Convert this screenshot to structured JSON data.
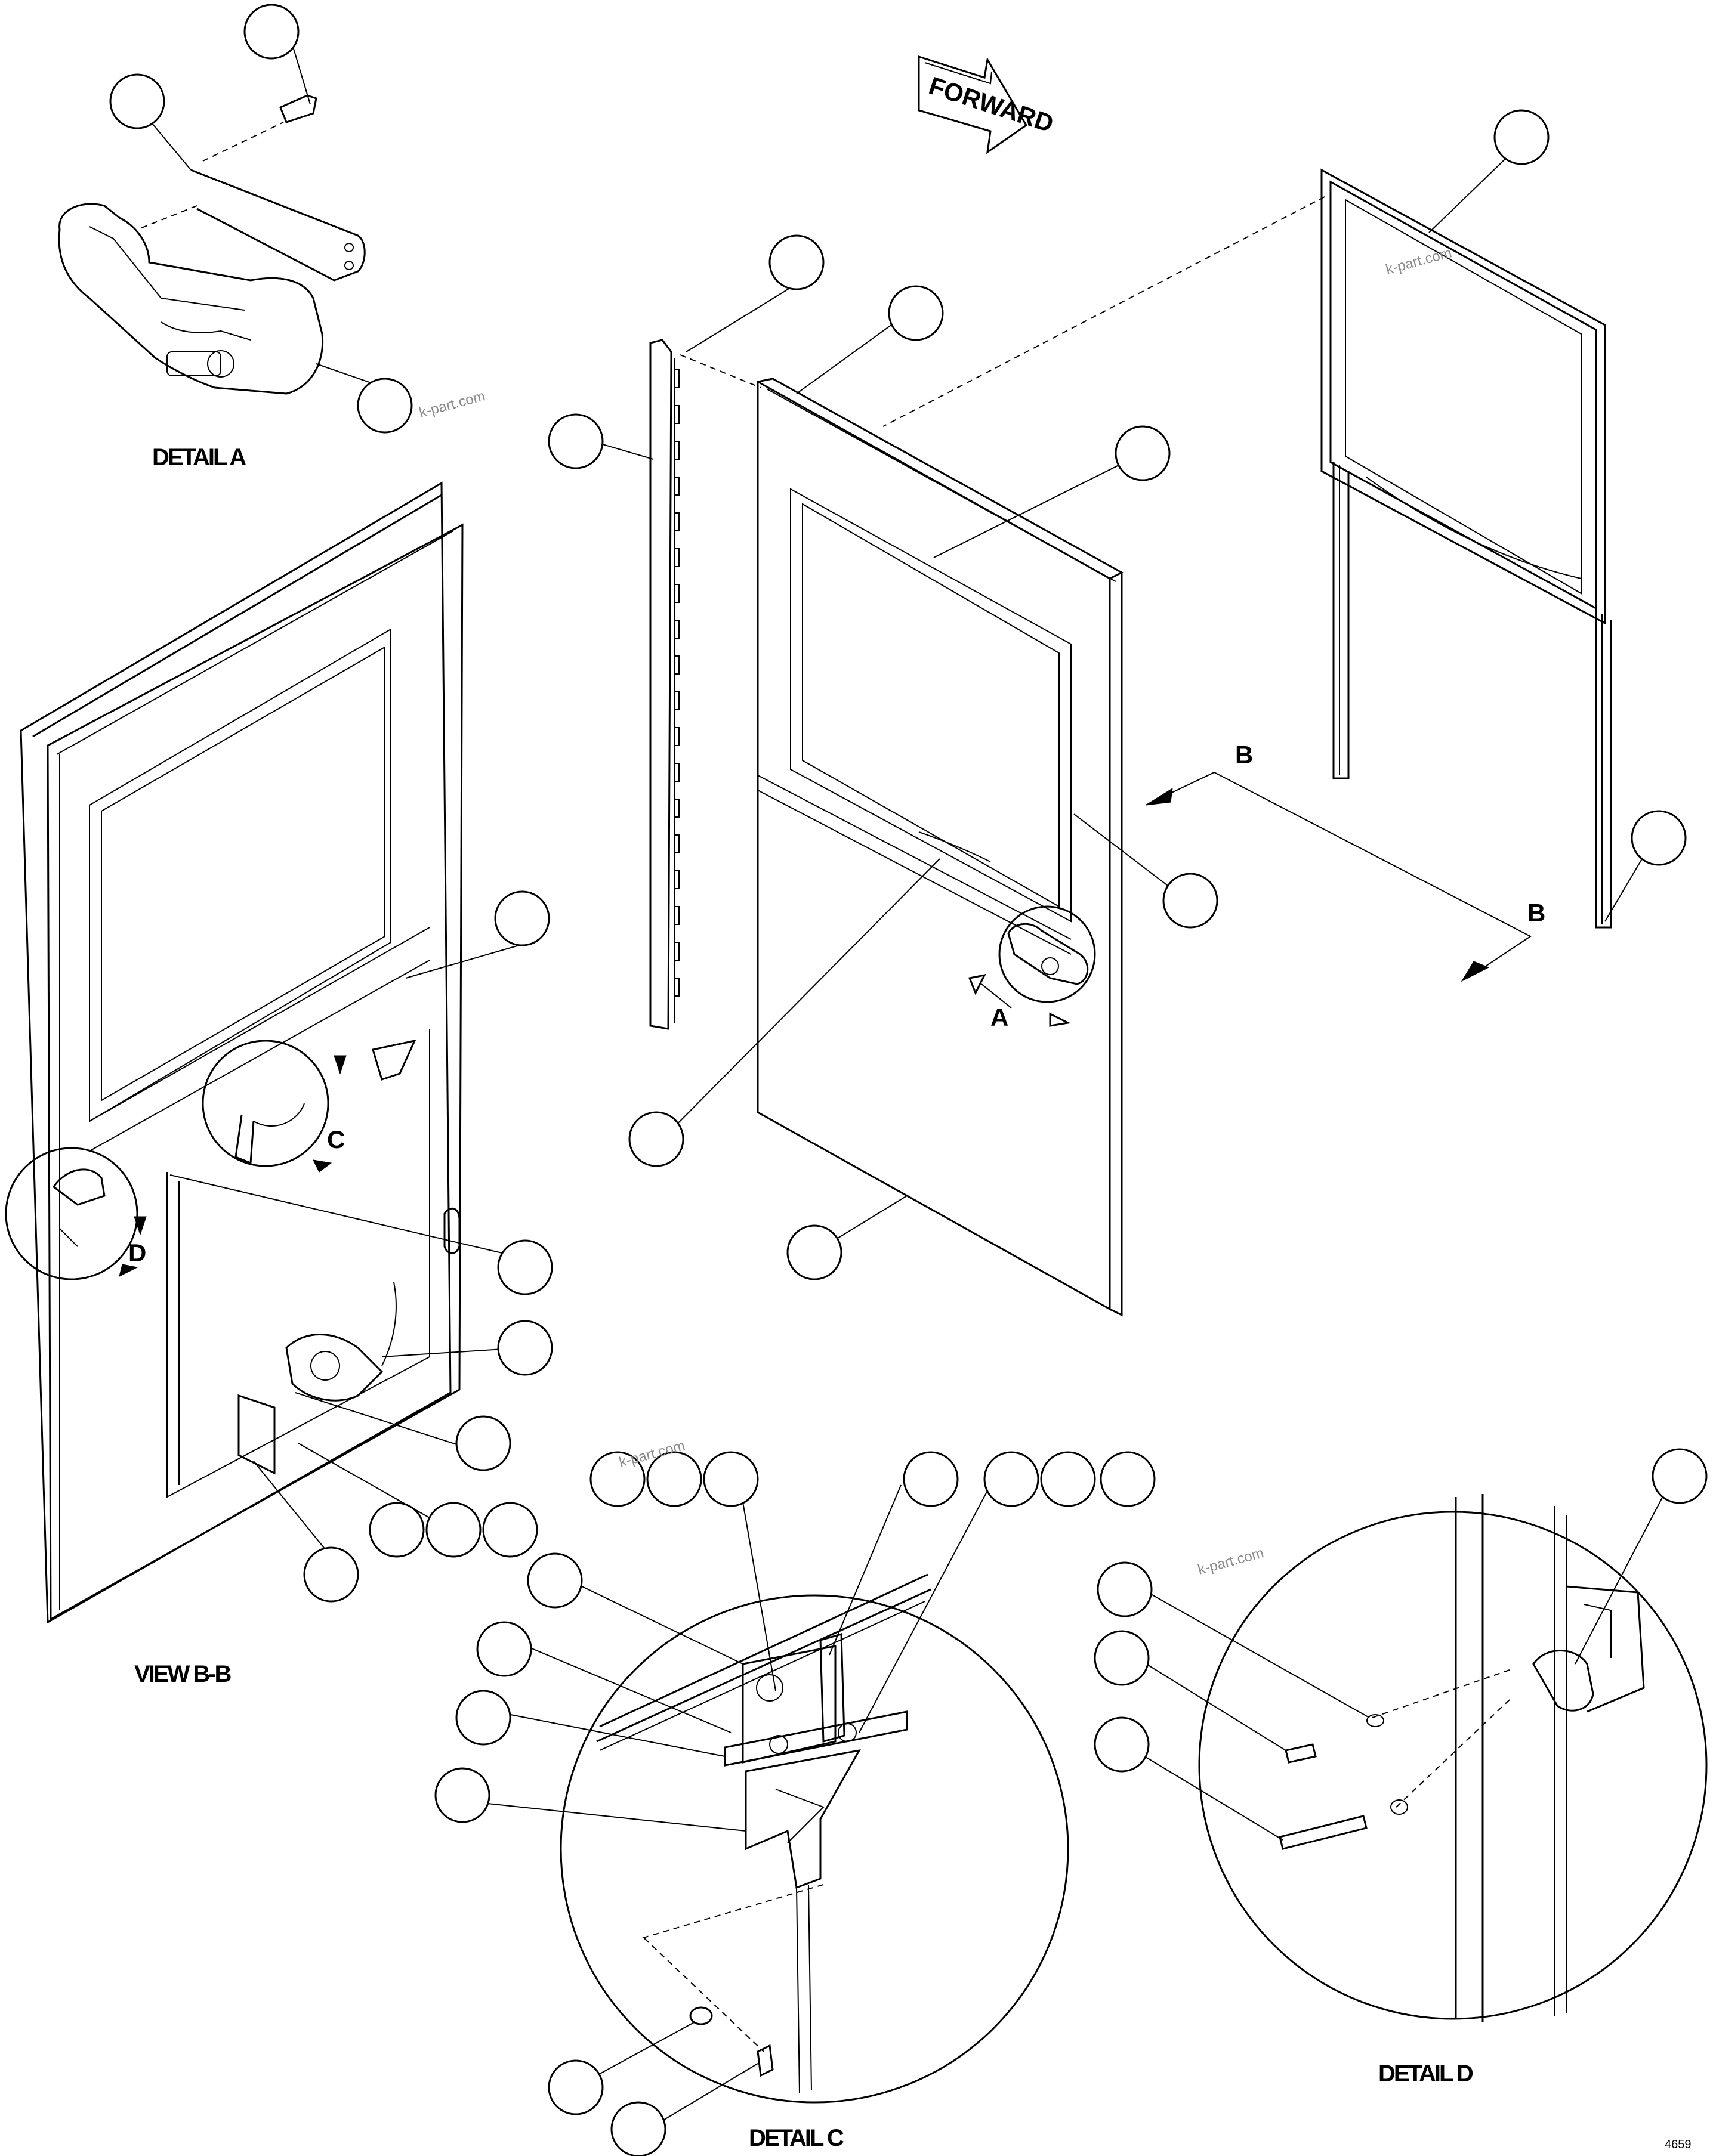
{
  "arrow_label": "FORWARD",
  "captions": {
    "detail_a": "DETAIL A",
    "view_bb": "VIEW B-B",
    "detail_c": "DETAIL C",
    "detail_d": "DETAIL D"
  },
  "section_letters": {
    "a": "A",
    "b1": "B",
    "b2": "B",
    "c": "C",
    "d": "D"
  },
  "watermarks": [
    "k-part.com",
    "k-part.com",
    "k-part.com",
    "k-part.com"
  ],
  "sheet_code": "4659"
}
